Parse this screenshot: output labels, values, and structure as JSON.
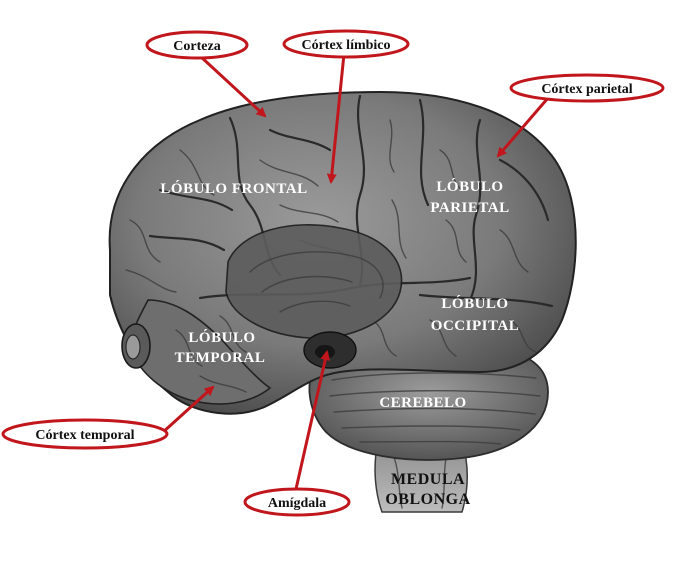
{
  "colors": {
    "callout": "#c0161c",
    "brain_light": "#8a8a8a",
    "brain_dark": "#4a4a4a",
    "label_light": "#ffffff",
    "label_dark": "#111111"
  },
  "lobes": {
    "frontal": "LÓBULO FRONTAL",
    "parietal_1": "LÓBULO",
    "parietal_2": "PARIETAL",
    "occipital_1": "LÓBULO",
    "occipital_2": "OCCIPITAL",
    "temporal_1": "LÓBULO",
    "temporal_2": "TEMPORAL",
    "cerebellum": "CEREBELO",
    "medulla_1": "MEDULA",
    "medulla_2": "OBLONGA"
  },
  "callouts": {
    "corteza": "Corteza",
    "limbico": "Córtex límbico",
    "parietal": "Córtex parietal",
    "temporal": "Córtex temporal",
    "amigdala": "Amígdala"
  }
}
